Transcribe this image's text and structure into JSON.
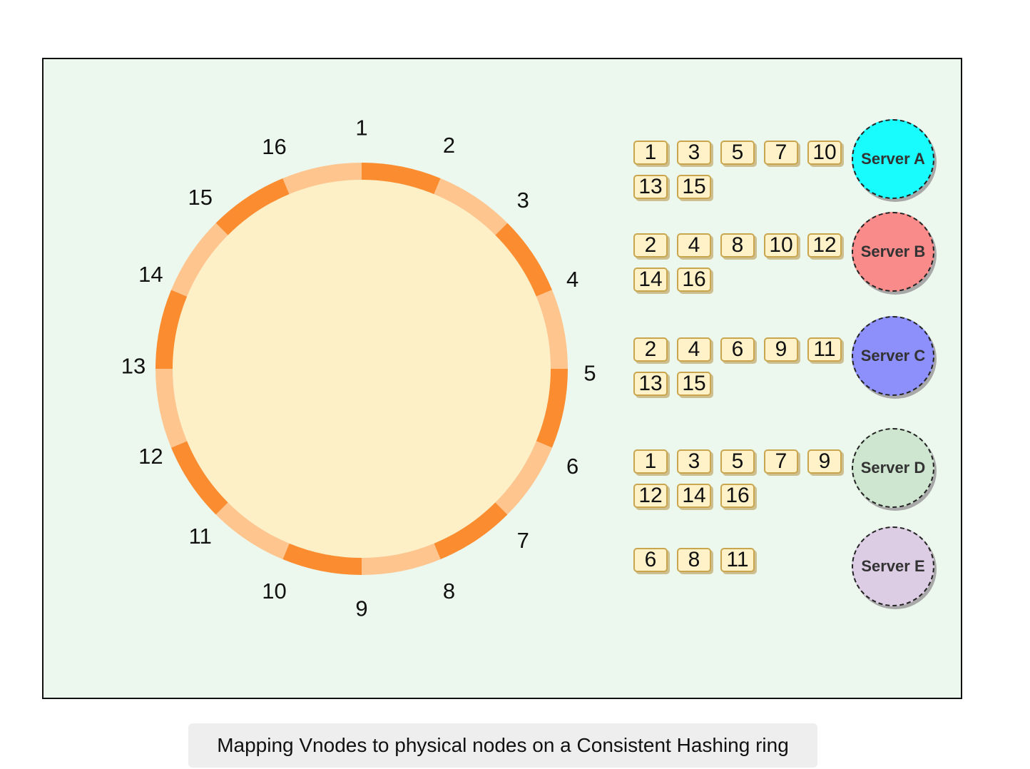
{
  "ring": {
    "positions": [
      "1",
      "2",
      "3",
      "4",
      "5",
      "6",
      "7",
      "8",
      "9",
      "10",
      "11",
      "12",
      "13",
      "14",
      "15",
      "16"
    ],
    "colors": {
      "dark": "#fb8c30",
      "light": "#fec58f",
      "inner": "#fdf0c6"
    }
  },
  "servers": [
    {
      "label": "Server A",
      "color": "#18fcfd",
      "vnodes": [
        "1",
        "3",
        "5",
        "7",
        "10",
        "13",
        "15"
      ]
    },
    {
      "label": "Server B",
      "color": "#f98b8b",
      "vnodes": [
        "2",
        "4",
        "8",
        "10",
        "12",
        "14",
        "16"
      ]
    },
    {
      "label": "Server C",
      "color": "#8d8ffa",
      "vnodes": [
        "2",
        "4",
        "6",
        "9",
        "11",
        "13",
        "15"
      ]
    },
    {
      "label": "Server D",
      "color": "#cee6cf",
      "vnodes": [
        "1",
        "3",
        "5",
        "7",
        "9",
        "12",
        "14",
        "16"
      ]
    },
    {
      "label": "Server E",
      "color": "#dccde5",
      "vnodes": [
        "6",
        "8",
        "11"
      ]
    }
  ],
  "caption": "Mapping Vnodes to physical nodes on a Consistent Hashing ring"
}
